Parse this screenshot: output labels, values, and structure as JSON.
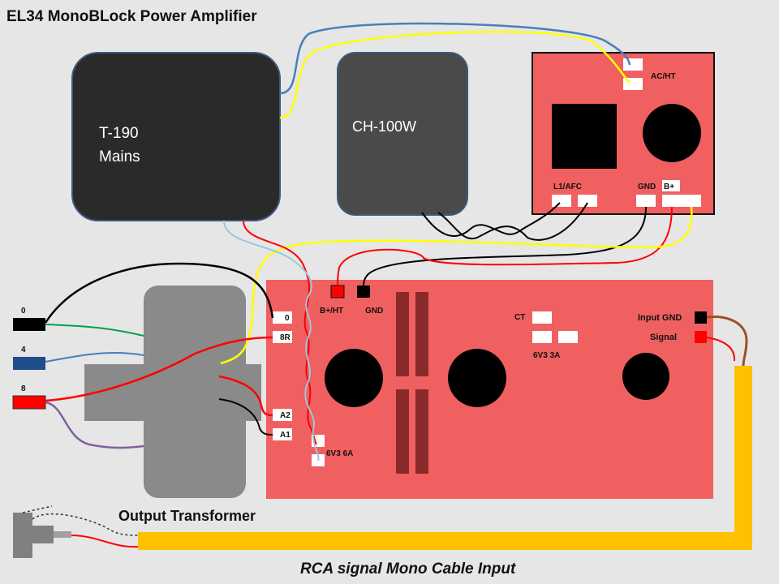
{
  "title": "EL34 MonoBLock Power Amplifier",
  "caption": "RCA signal Mono Cable Input",
  "mains_transformer": {
    "line1": "T-190",
    "line2": "Mains"
  },
  "choke": {
    "label": "CH-100W"
  },
  "psu_board": {
    "ac_ht": "AC/HT",
    "l1_afc": "L1/AFC",
    "gnd": "GND",
    "b_plus": "B+"
  },
  "amp_board": {
    "b_plus_ht": "B+/HT",
    "gnd": "GND",
    "tap_0": "0",
    "tap_8r": "8R",
    "a2": "A2",
    "a1": "A1",
    "heater_6a": "6V3 6A",
    "ct": "CT",
    "heater_3a": "6V3 3A",
    "input_gnd": "Input GND",
    "signal": "Signal"
  },
  "speaker_terminals": {
    "t0": "0",
    "t4": "4",
    "t8": "8"
  },
  "output_transformer": {
    "label": "Output Transformer"
  },
  "colors": {
    "board": "#f06060",
    "transformer": "#2a2a2a",
    "choke": "#4a4a4a",
    "ot": "#8a8a8a",
    "cable": "#ffc000"
  }
}
